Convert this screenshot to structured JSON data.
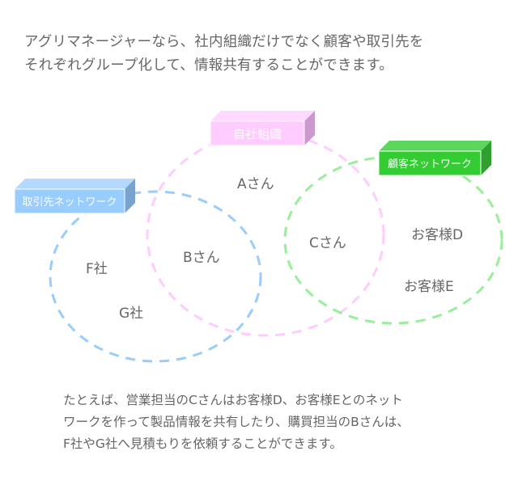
{
  "intro": {
    "line1": "アグリマネージャーなら、社内組織だけでなく顧客や取引先を",
    "line2": "それぞれグループ化して、情報共有することができます。"
  },
  "groups": {
    "own": {
      "label": "自社組織",
      "color": "#ffccff"
    },
    "supplier": {
      "label": "取引先ネットワーク",
      "color": "#99ccff"
    },
    "customer": {
      "label": "顧客ネットワーク",
      "color": "#33cc33"
    }
  },
  "people": {
    "a": "Aさん",
    "b": "Bさん",
    "c": "Cさん",
    "d": "お客様D",
    "e": "お客様E",
    "f": "F社",
    "g": "G社"
  },
  "footer": {
    "line1": "たとえば、営業担当のCさんはお客様D、お客様Eとのネット",
    "line2": "ワークを作って製品情報を共有したり、購買担当のBさんは、",
    "line3": "F社やG社へ見積もりを依頼することができます。"
  }
}
